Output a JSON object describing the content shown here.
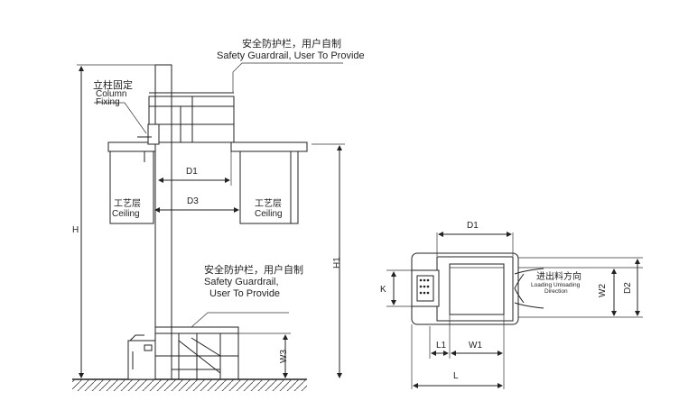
{
  "labels": {
    "guardrail_top_cn": "安全防护栏，用户自制",
    "guardrail_top_en": "Safety Guardrail, User To Provide",
    "column_fixing_cn": "立柱固定",
    "column_fixing_en1": "Column",
    "column_fixing_en2": "Fixing",
    "ceiling_left_cn": "工艺层",
    "ceiling_left_en": "Ceiling",
    "ceiling_right_cn": "工艺层",
    "ceiling_right_en": "Ceiling",
    "guardrail_mid_cn": "安全防护栏，用户自制",
    "guardrail_mid_en1": "Safety Guardrail,",
    "guardrail_mid_en2": "User To Provide",
    "loading_cn": "进出料方向",
    "loading_en1": "Loading Unloading",
    "loading_en2": "Direction"
  },
  "dims": {
    "H": "H",
    "H1": "H1",
    "D1_side": "D1",
    "D3": "D3",
    "W3": "W3",
    "D1_plan": "D1",
    "K": "K",
    "W2": "W2",
    "D2": "D2",
    "L1": "L1",
    "W1": "W1",
    "L": "L"
  }
}
